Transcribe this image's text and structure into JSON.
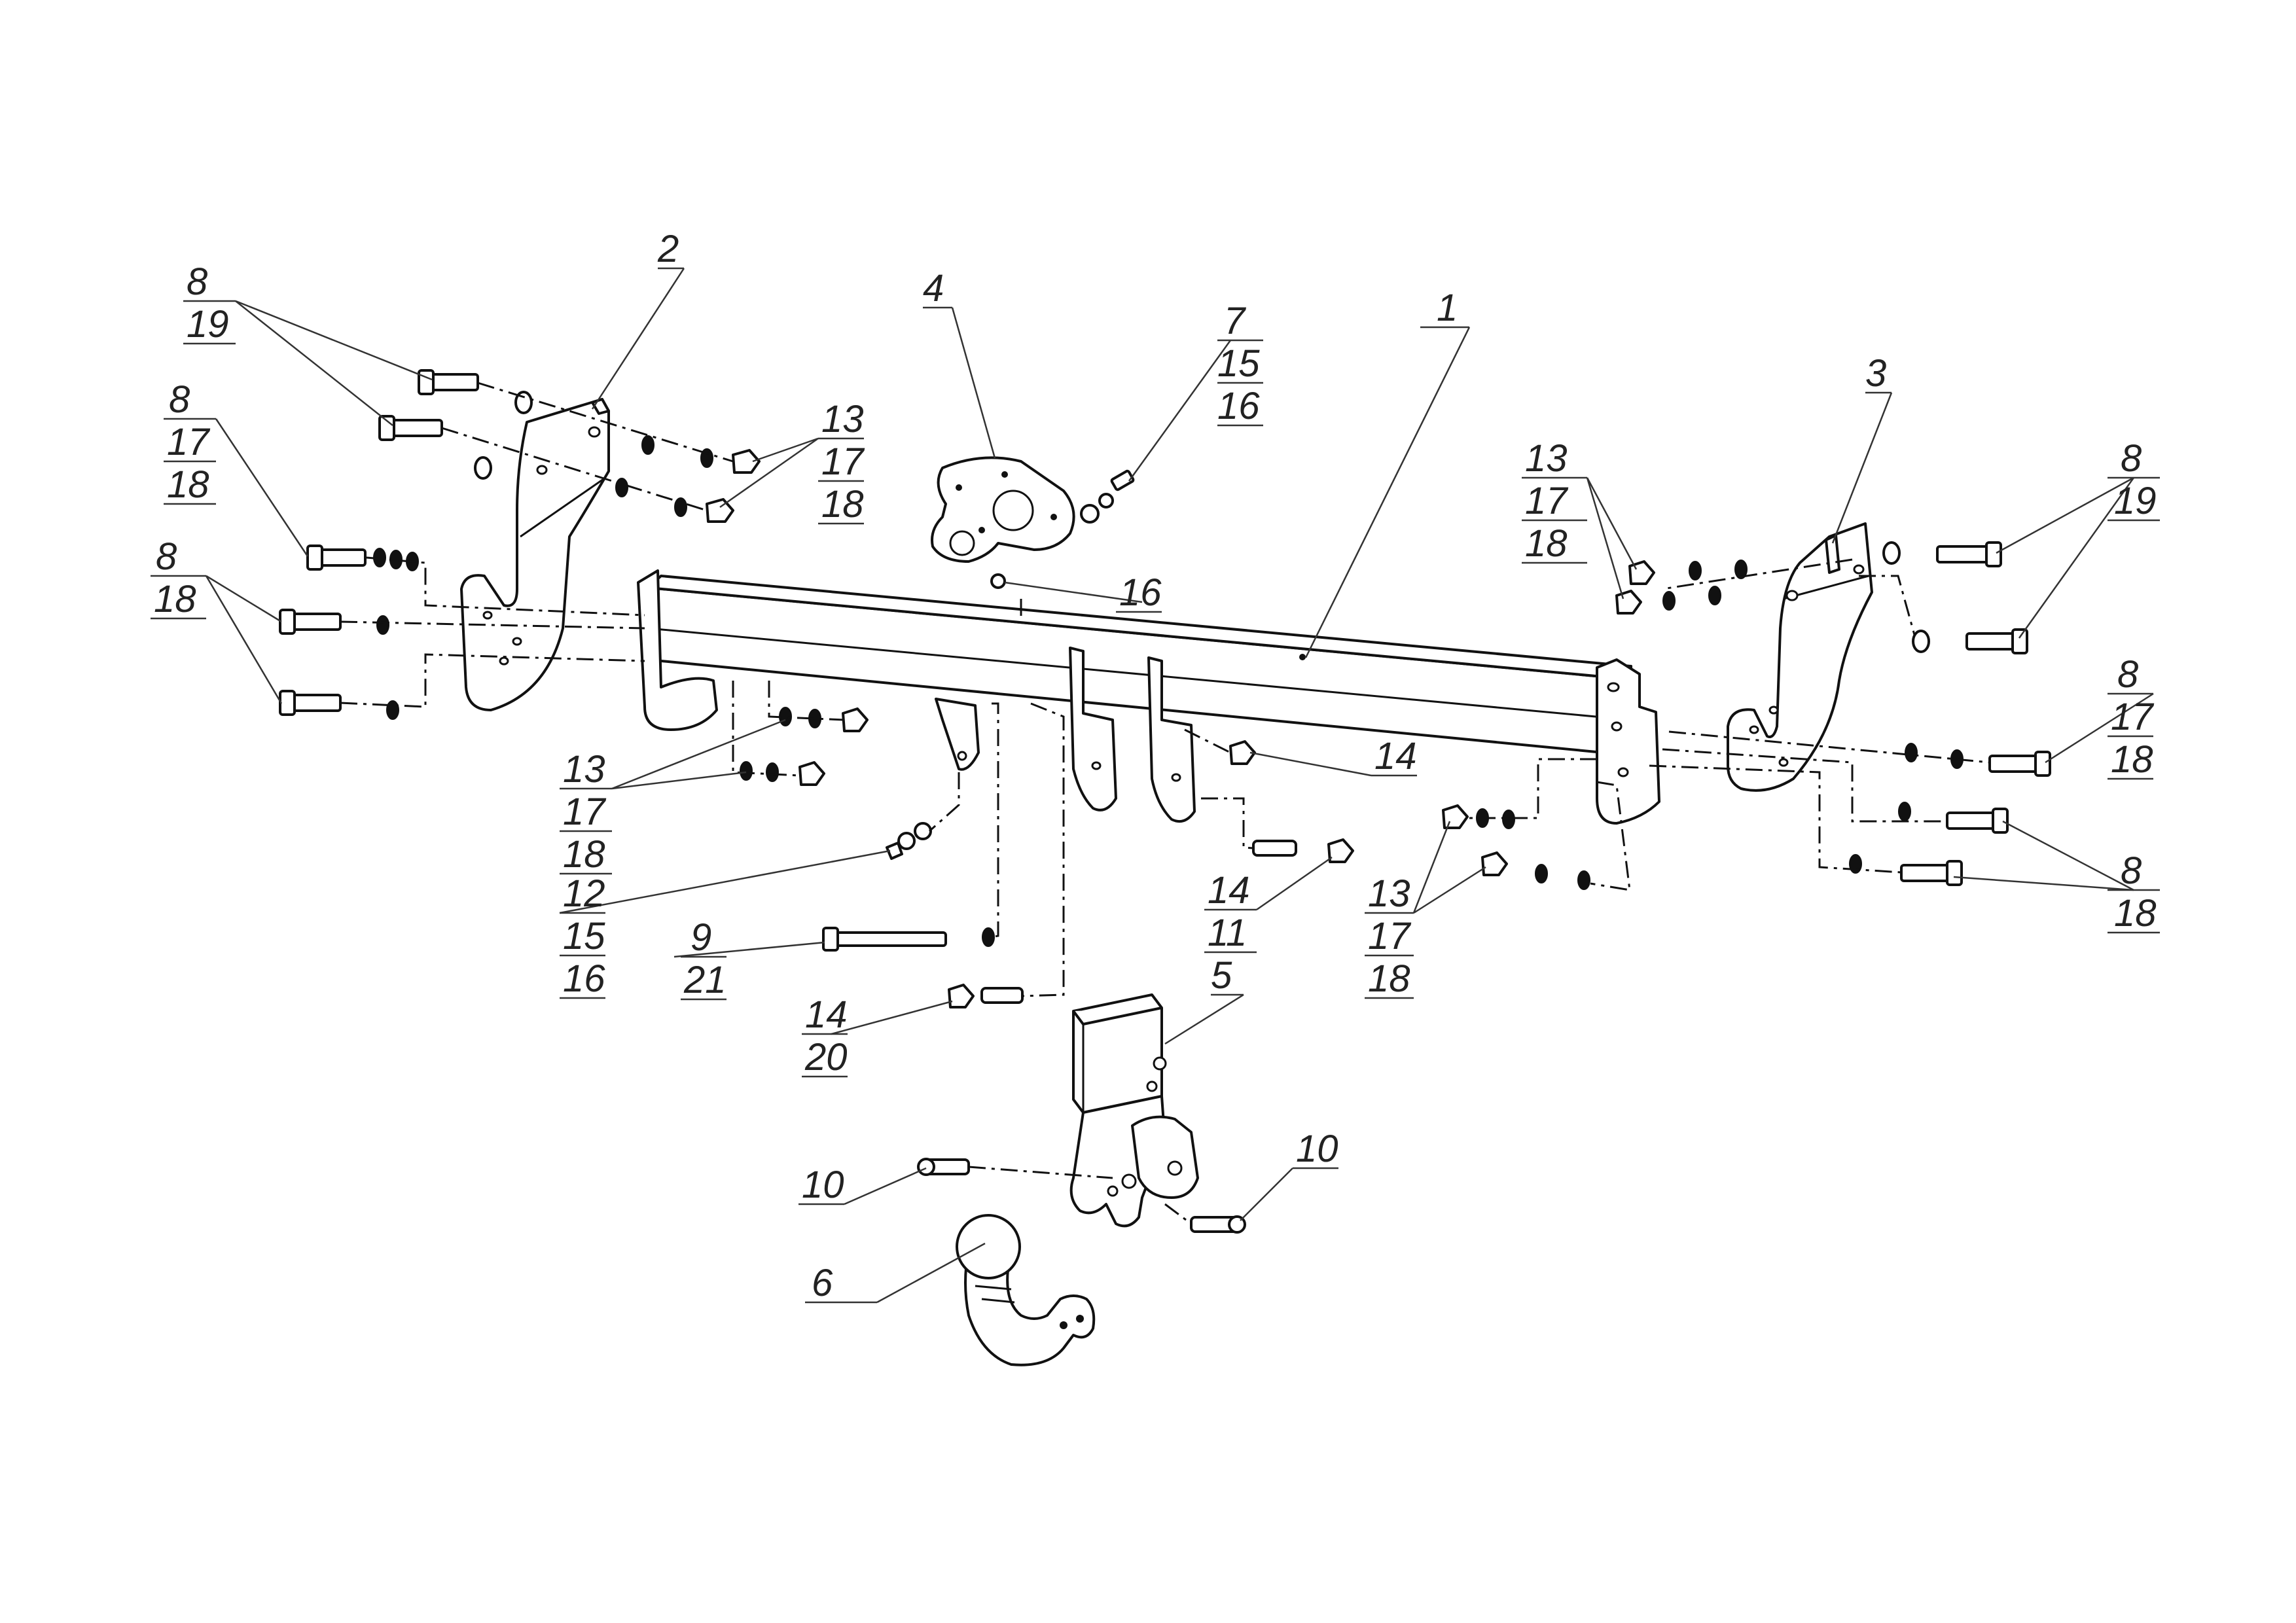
{
  "callouts": [
    {
      "id": "c1",
      "lines": [
        "1"
      ]
    },
    {
      "id": "c2",
      "lines": [
        "2"
      ]
    },
    {
      "id": "c3",
      "lines": [
        "3"
      ]
    },
    {
      "id": "c4",
      "lines": [
        "4"
      ]
    },
    {
      "id": "c5",
      "lines": [
        "5"
      ]
    },
    {
      "id": "c6",
      "lines": [
        "6"
      ]
    },
    {
      "id": "c7",
      "lines": [
        "7",
        "15",
        "16"
      ]
    },
    {
      "id": "c8_19_left",
      "lines": [
        "8",
        "19"
      ]
    },
    {
      "id": "c8_17_18_left",
      "lines": [
        "8",
        "17",
        "18"
      ]
    },
    {
      "id": "c8_18_left",
      "lines": [
        "8",
        "18"
      ]
    },
    {
      "id": "c13_17_18_top_left",
      "lines": [
        "13",
        "17",
        "18"
      ]
    },
    {
      "id": "c16",
      "lines": [
        "16"
      ]
    },
    {
      "id": "c13_17_18_right",
      "lines": [
        "13",
        "17",
        "18"
      ]
    },
    {
      "id": "c8_19_right",
      "lines": [
        "8",
        "19"
      ]
    },
    {
      "id": "c8_17_18_right",
      "lines": [
        "8",
        "17",
        "18"
      ]
    },
    {
      "id": "c8_18_right",
      "lines": [
        "8",
        "18"
      ]
    },
    {
      "id": "c13_17_18_mid_left",
      "lines": [
        "13",
        "17",
        "18"
      ]
    },
    {
      "id": "c12",
      "lines": [
        "12",
        "15",
        "16"
      ]
    },
    {
      "id": "c9",
      "lines": [
        "9",
        "21"
      ]
    },
    {
      "id": "c14_top",
      "lines": [
        "14"
      ]
    },
    {
      "id": "c14_11",
      "lines": [
        "14",
        "11"
      ]
    },
    {
      "id": "c13_17_18_mid_right",
      "lines": [
        "13",
        "17",
        "18"
      ]
    },
    {
      "id": "c14_20",
      "lines": [
        "14",
        "20"
      ]
    },
    {
      "id": "c10_left",
      "lines": [
        "10"
      ]
    },
    {
      "id": "c10_right",
      "lines": [
        "10"
      ]
    }
  ]
}
